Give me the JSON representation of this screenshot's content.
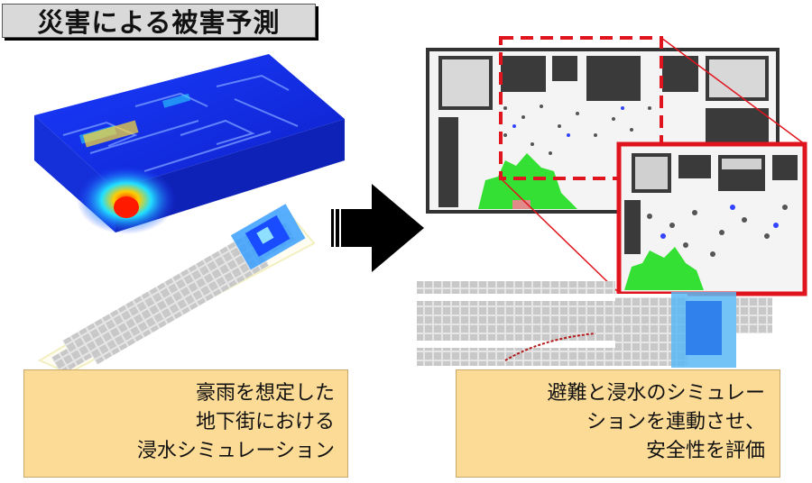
{
  "title": "災害による被害予測",
  "left_caption": {
    "lines": [
      "豪雨を想定した",
      "地下街における",
      "浸水シミュレーション"
    ]
  },
  "right_caption": {
    "lines": [
      "避難と浸水のシミュレー",
      "ションを連動させ、",
      "安全性を評価"
    ]
  },
  "colors": {
    "caption_bg": "#fcdb97",
    "highlight_red": "#e0141e",
    "flood_blue": "#1f4ff0",
    "evacuation_green": "#33e033"
  }
}
